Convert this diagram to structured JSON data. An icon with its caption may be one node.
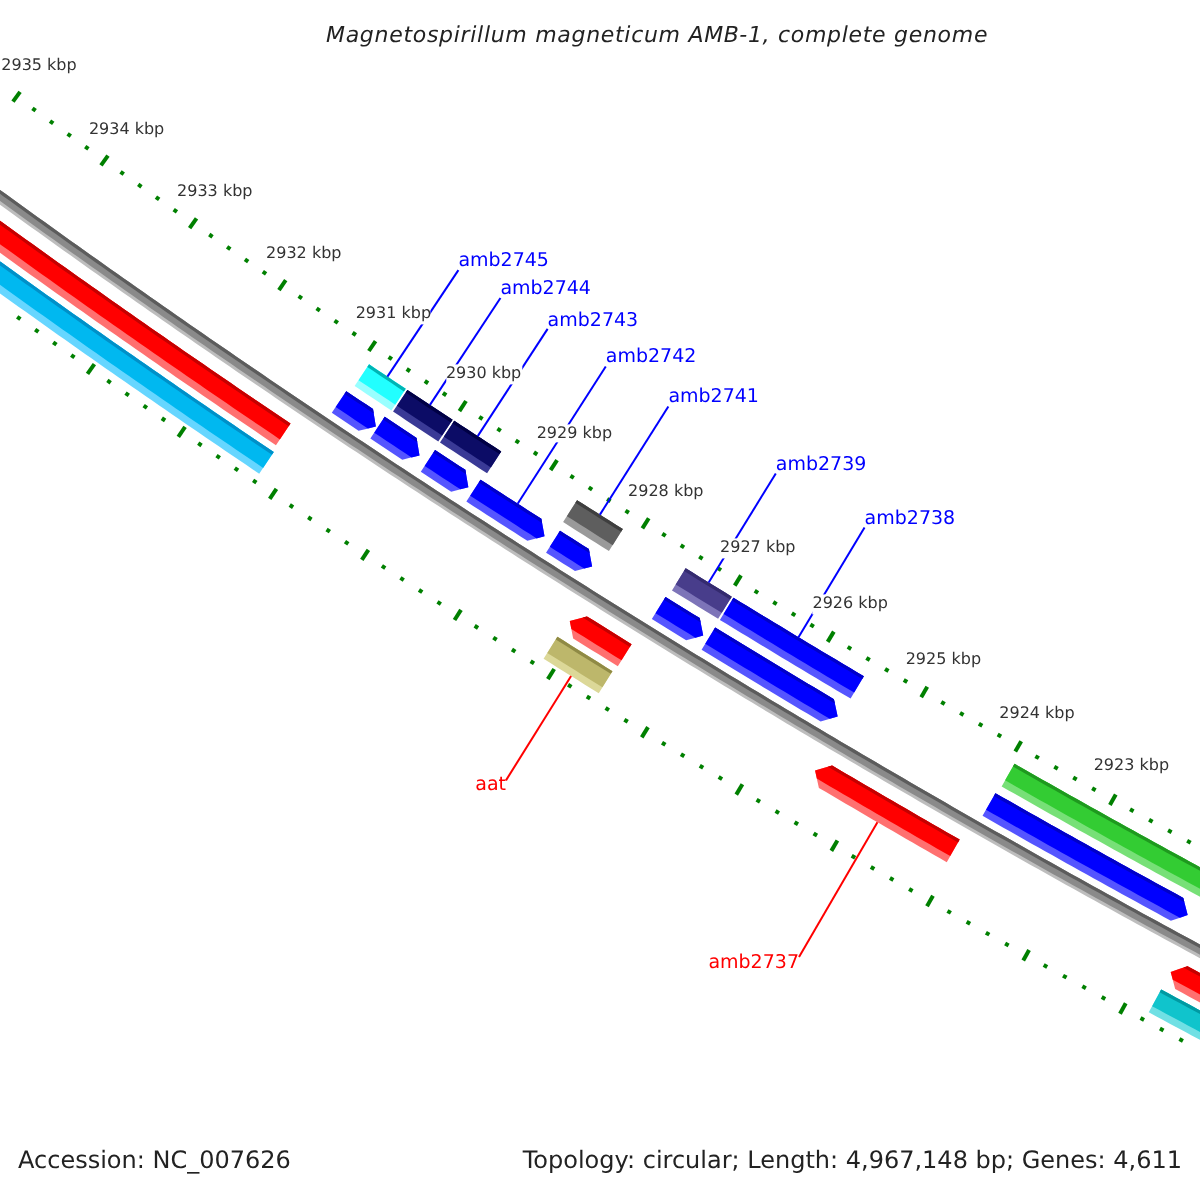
{
  "diagram": {
    "title": "Magnetospirillum magneticum AMB-1, complete genome",
    "nodes": [
      {
        "text": [
          "amb2745"
        ]
      },
      {
        "text": [
          "amb2744"
        ]
      },
      {
        "text": [
          "amb2743"
        ]
      },
      {
        "text": [
          "amb2742"
        ]
      },
      {
        "text": [
          "amb2741"
        ]
      },
      {
        "text": [
          "amb2739"
        ]
      },
      {
        "text": [
          "amb2738"
        ]
      },
      {
        "text": [
          "aat"
        ]
      },
      {
        "text": [
          "amb2737"
        ]
      },
      {
        "text": [],
        "shape": "bar"
      },
      {
        "text": [],
        "shape": "bar"
      },
      {
        "text": [],
        "shape": "pentagon"
      },
      {
        "text": [],
        "shape": "bar"
      },
      {
        "text": [],
        "shape": "pentagon"
      },
      {
        "text": [],
        "shape": "bar"
      },
      {
        "text": [],
        "shape": "pentagon"
      },
      {
        "text": [],
        "shape": "bar"
      },
      {
        "text": [],
        "shape": "pentagon"
      },
      {
        "text": [],
        "shape": "bar"
      },
      {
        "text": [],
        "shape": "pentagon"
      },
      {
        "text": [],
        "shape": "bar"
      },
      {
        "text": [],
        "shape": "pentagon"
      },
      {
        "text": [],
        "shape": "pentagon"
      },
      {
        "text": [],
        "shape": "bar"
      },
      {
        "text": [],
        "shape": "bar"
      },
      {
        "text": [],
        "shape": "pentagon"
      },
      {
        "text": [],
        "shape": "pentagon"
      },
      {
        "text": [],
        "shape": "bar"
      },
      {
        "text": [],
        "shape": "pentagon"
      },
      {
        "text": [],
        "shape": "pentagon"
      },
      {
        "text": [],
        "shape": "bar"
      }
    ],
    "edges": [
      {
        "from": 0,
        "to": 12,
        "arrow": "none"
      },
      {
        "from": 1,
        "to": 14,
        "arrow": "none"
      },
      {
        "from": 2,
        "to": 16,
        "arrow": "none"
      },
      {
        "from": 3,
        "to": 17,
        "arrow": "none"
      },
      {
        "from": 4,
        "to": 18,
        "arrow": "none"
      },
      {
        "from": 5,
        "to": 23,
        "arrow": "none"
      },
      {
        "from": 6,
        "to": 24,
        "arrow": "none"
      },
      {
        "from": 7,
        "to": 20,
        "arrow": "none",
        "color": "#ff0000"
      },
      {
        "from": 8,
        "to": 26,
        "arrow": "none",
        "color": "#ff0000"
      }
    ],
    "labels": [
      "2935 kbp",
      "2934 kbp",
      "2933 kbp",
      "2932 kbp",
      "2931 kbp",
      "2930 kbp",
      "2929 kbp",
      "2928 kbp",
      "2927 kbp",
      "2926 kbp",
      "2925 kbp",
      "2924 kbp",
      "2923 kbp",
      "Accession: NC_007626",
      "Topology: circular; Length: 4,967,148 bp; Genes: 4,611"
    ]
  }
}
